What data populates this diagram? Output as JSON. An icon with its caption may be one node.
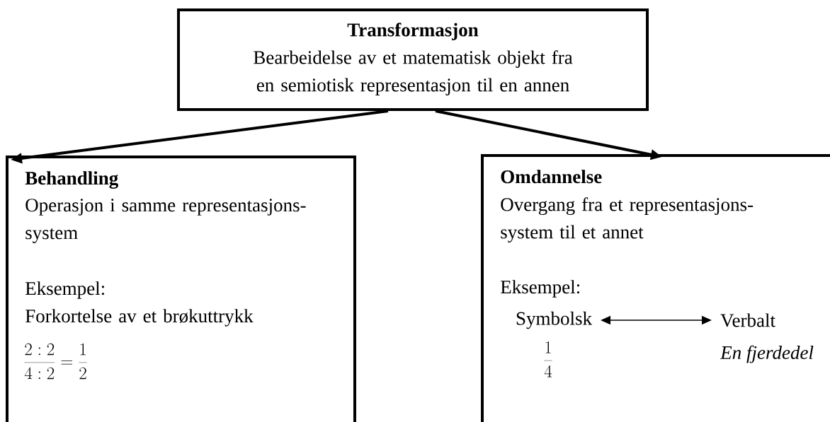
{
  "diagram": {
    "nodes": [
      {
        "text": [
          "Transformasjon",
          "Bearbeidelse av et matematisk objekt fra en semiotisk representasjon til en annen"
        ]
      },
      {
        "text": [
          "Behandling",
          "Operasjon i samme representasjons- system",
          "Eksempel:",
          "Forkortelse av et brøkuttrykk",
          "\\frac{2:2}{4:2}=\\frac{1}{2}"
        ]
      },
      {
        "text": [
          "Omdannelse",
          "Overgang fra et representasjons- system til et annet",
          "Eksempel:"
        ]
      },
      {
        "text": [
          "Symbolsk"
        ],
        "in": 2,
        "beside": [
          "\\frac{1}{4}"
        ]
      },
      {
        "text": [
          "Verbalt"
        ],
        "in": 2,
        "beside": [
          "En fjerdedel"
        ]
      }
    ],
    "edges": [
      {
        "from": 0,
        "to": 1,
        "arrow": "to"
      },
      {
        "from": 0,
        "to": 2,
        "arrow": "to"
      },
      {
        "from": 3,
        "to": 4,
        "arrow": "both"
      }
    ]
  }
}
